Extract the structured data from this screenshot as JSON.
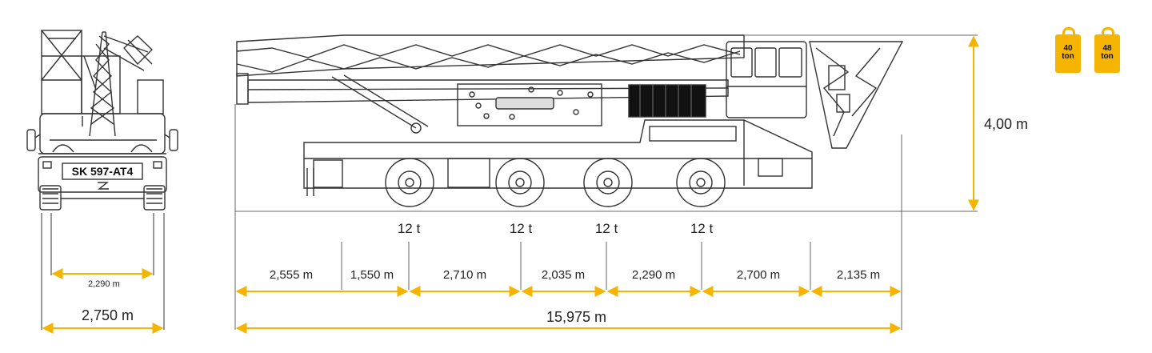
{
  "colors": {
    "accent": "#f5b400",
    "line": "#333333",
    "text": "#222222"
  },
  "front_view": {
    "plate_text": "SK 597-AT4",
    "inner_width_label": "2,290 m",
    "outer_width_label": "2,750 m"
  },
  "side_view": {
    "height_label": "4,00 m",
    "axle_loads": [
      "12 t",
      "12 t",
      "12 t",
      "12 t"
    ],
    "segments": [
      "2,555 m",
      "1,550 m",
      "2,710 m",
      "2,035 m",
      "2,290 m",
      "2,700 m",
      "2,135 m"
    ],
    "total_length_label": "15,975 m"
  },
  "weight_badges": [
    {
      "value": "40",
      "unit": "ton",
      "icon": "weight-icon"
    },
    {
      "value": "48",
      "unit": "ton",
      "icon": "weight-icon"
    }
  ]
}
